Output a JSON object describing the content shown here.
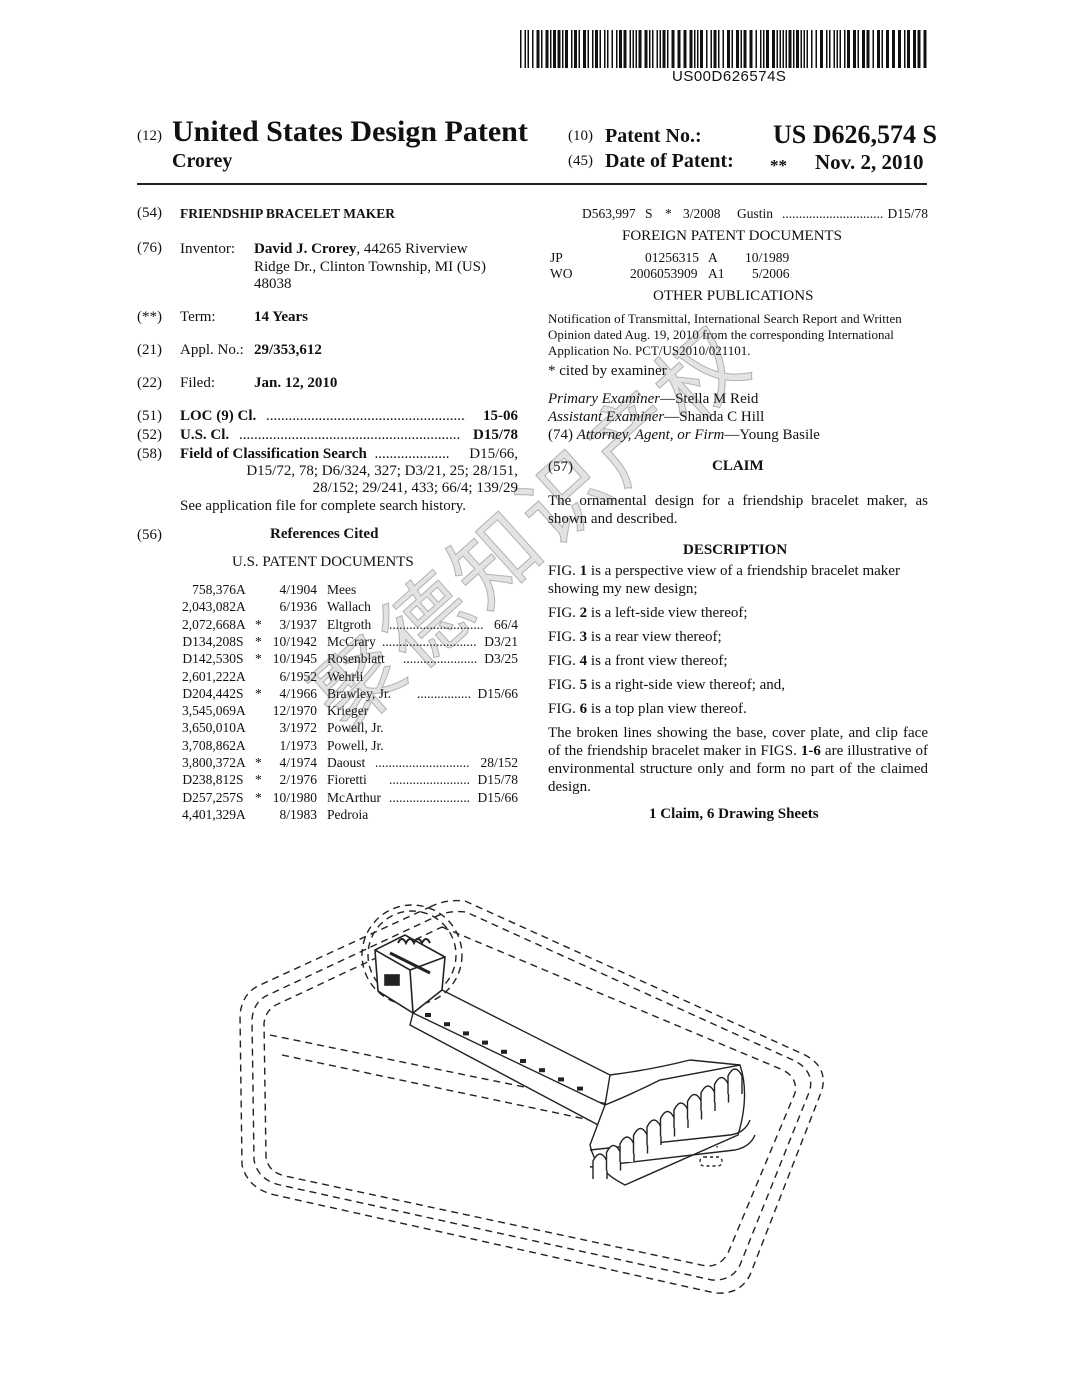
{
  "barcode_text": "US00D626574S",
  "header": {
    "code12": "(12)",
    "title": "United States Design Patent",
    "inventor_surname": "Crorey",
    "code10": "(10)",
    "patent_no_label": "Patent No.:",
    "patent_no": "US D626,574 S",
    "code45": "(45)",
    "date_label": "Date of Patent:",
    "date_marker": "**",
    "date": "Nov. 2, 2010"
  },
  "left": {
    "f54_code": "(54)",
    "f54_title": "FRIENDSHIP BRACELET MAKER",
    "f76_code": "(76)",
    "f76_label": "Inventor:",
    "f76_name": "David J. Crorey",
    "f76_addr1": ", 44265 Riverview",
    "f76_addr2": "Ridge Dr., Clinton Township, MI (US)",
    "f76_addr3": "48038",
    "fterm_code": "(**)",
    "fterm_label": "Term:",
    "fterm_value": "14 Years",
    "f21_code": "(21)",
    "f21_label": "Appl. No.:",
    "f21_value": "29/353,612",
    "f22_code": "(22)",
    "f22_label": "Filed:",
    "f22_value": "Jan. 12, 2010",
    "f51_code": "(51)",
    "f51_label": "LOC (9) Cl.",
    "f51_value": "15-06",
    "f52_code": "(52)",
    "f52_label": "U.S. Cl.",
    "f52_value": "D15/78",
    "f58_code": "(58)",
    "f58_label": "Field of Classification Search",
    "f58_value1": "D15/66,",
    "f58_value2": "D15/72, 78; D6/324, 327; D3/21, 25; 28/151,",
    "f58_value3": "28/152; 29/241, 433; 66/4; 139/29",
    "f58_note": "See application file for complete search history.",
    "f56_code": "(56)",
    "f56_title": "References Cited",
    "us_docs_heading": "U.S. PATENT DOCUMENTS",
    "refs": [
      {
        "num": "758,376",
        "kind": "A",
        "star": "",
        "date": "4/1904",
        "name": "Mees",
        "cls": ""
      },
      {
        "num": "2,043,082",
        "kind": "A",
        "star": "",
        "date": "6/1936",
        "name": "Wallach",
        "cls": ""
      },
      {
        "num": "2,072,668",
        "kind": "A",
        "star": "*",
        "date": "3/1937",
        "name": "Eltgroth",
        "cls": "66/4"
      },
      {
        "num": "D134,208",
        "kind": "S",
        "star": "*",
        "date": "10/1942",
        "name": "McCrary",
        "cls": "D3/21"
      },
      {
        "num": "D142,530",
        "kind": "S",
        "star": "*",
        "date": "10/1945",
        "name": "Rosenblatt",
        "cls": "D3/25"
      },
      {
        "num": "2,601,222",
        "kind": "A",
        "star": "",
        "date": "6/1952",
        "name": "Wehrli",
        "cls": ""
      },
      {
        "num": "D204,442",
        "kind": "S",
        "star": "*",
        "date": "4/1966",
        "name": "Brawley, Jr.",
        "cls": "D15/66"
      },
      {
        "num": "3,545,069",
        "kind": "A",
        "star": "",
        "date": "12/1970",
        "name": "Krieger",
        "cls": ""
      },
      {
        "num": "3,650,010",
        "kind": "A",
        "star": "",
        "date": "3/1972",
        "name": "Powell, Jr.",
        "cls": ""
      },
      {
        "num": "3,708,862",
        "kind": "A",
        "star": "",
        "date": "1/1973",
        "name": "Powell, Jr.",
        "cls": ""
      },
      {
        "num": "3,800,372",
        "kind": "A",
        "star": "*",
        "date": "4/1974",
        "name": "Daoust",
        "cls": "28/152"
      },
      {
        "num": "D238,812",
        "kind": "S",
        "star": "*",
        "date": "2/1976",
        "name": "Fioretti",
        "cls": "D15/78"
      },
      {
        "num": "D257,257",
        "kind": "S",
        "star": "*",
        "date": "10/1980",
        "name": "McArthur",
        "cls": "D15/66"
      },
      {
        "num": "4,401,329",
        "kind": "A",
        "star": "",
        "date": "8/1983",
        "name": "Pedroia",
        "cls": ""
      }
    ]
  },
  "right": {
    "cont_ref": {
      "num": "D563,997",
      "kind": "S",
      "star": "*",
      "date": "3/2008",
      "name": "Gustin",
      "cls": "D15/78"
    },
    "foreign_heading": "FOREIGN PATENT DOCUMENTS",
    "foreign": [
      {
        "country": "JP",
        "num": "01256315",
        "kind": "A",
        "date": "10/1989"
      },
      {
        "country": "WO",
        "num": "2006053909",
        "kind": "A1",
        "date": "5/2006"
      }
    ],
    "other_heading": "OTHER PUBLICATIONS",
    "other_line1": "Notification of Transmittal, International Search Report and Written",
    "other_line2": "Opinion dated Aug. 19, 2010 from the corresponding International",
    "other_line3": "Application No. PCT/US2010/021101.",
    "cited_note": "* cited by examiner",
    "primary_label": "Primary Examiner",
    "primary_name": "—Stella M Reid",
    "assistant_label": "Assistant Examiner",
    "assistant_name": "—Shanda C Hill",
    "attorney_code": "(74)",
    "attorney_label": "Attorney, Agent, or Firm",
    "attorney_name": "—Young Basile",
    "claim_code": "(57)",
    "claim_heading": "CLAIM",
    "claim_line1": "The ornamental design for a friendship bracelet maker, as",
    "claim_line2": "shown and described.",
    "desc_heading": "DESCRIPTION",
    "desc": [
      {
        "pre": "FIG. ",
        "fig": "1",
        "post": " is a perspective view of a friendship bracelet maker showing my new design;"
      },
      {
        "pre": "FIG. ",
        "fig": "2",
        "post": " is a left-side view thereof;"
      },
      {
        "pre": "FIG. ",
        "fig": "3",
        "post": " is a rear view thereof;"
      },
      {
        "pre": "FIG. ",
        "fig": "4",
        "post": " is a front view thereof;"
      },
      {
        "pre": "FIG. ",
        "fig": "5",
        "post": " is a right-side view thereof; and,"
      },
      {
        "pre": "FIG. ",
        "fig": "6",
        "post": " is a top plan view thereof."
      }
    ],
    "broken_pre": "The broken lines showing the base, cover plate, and clip face of the friendship bracelet maker in FIGS. ",
    "broken_figs": "1-6",
    "broken_post": " are illustrative of environmental structure only and form no part of the claimed design.",
    "claims_summary": "1 Claim, 6 Drawing Sheets"
  },
  "watermark": "聚德知识产权"
}
